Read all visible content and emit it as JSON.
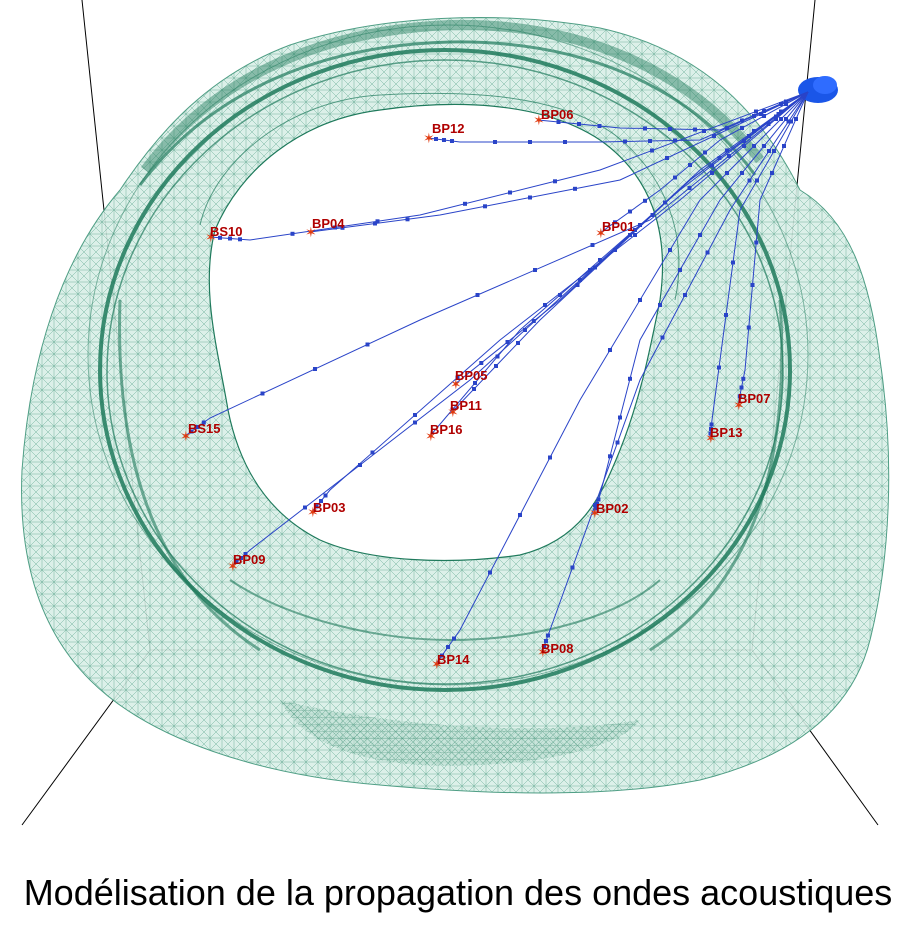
{
  "caption": "Modélisation de la propagation des ondes acoustiques",
  "colors": {
    "mesh": "#1f7a5c",
    "mesh_fill": "#cfe9e0",
    "ray": "#2a44c8",
    "label": "#b00000",
    "star": "#e03a10",
    "box": "#000000",
    "source": "#1a56e8"
  },
  "source_name": "source-cluster",
  "sensors": [
    {
      "id": "BP12",
      "label": "BP12"
    },
    {
      "id": "BP06",
      "label": "BP06"
    },
    {
      "id": "BS10",
      "label": "BS10"
    },
    {
      "id": "BP04",
      "label": "BP04"
    },
    {
      "id": "BP01",
      "label": "BP01"
    },
    {
      "id": "BP05",
      "label": "BP05"
    },
    {
      "id": "BP11",
      "label": "BP11"
    },
    {
      "id": "BP16",
      "label": "BP16"
    },
    {
      "id": "BS15",
      "label": "BS15"
    },
    {
      "id": "BP07",
      "label": "BP07"
    },
    {
      "id": "BP13",
      "label": "BP13"
    },
    {
      "id": "BP03",
      "label": "BP03"
    },
    {
      "id": "BP02",
      "label": "BP02"
    },
    {
      "id": "BP09",
      "label": "BP09"
    },
    {
      "id": "BP14",
      "label": "BP14"
    },
    {
      "id": "BP08",
      "label": "BP08"
    }
  ]
}
